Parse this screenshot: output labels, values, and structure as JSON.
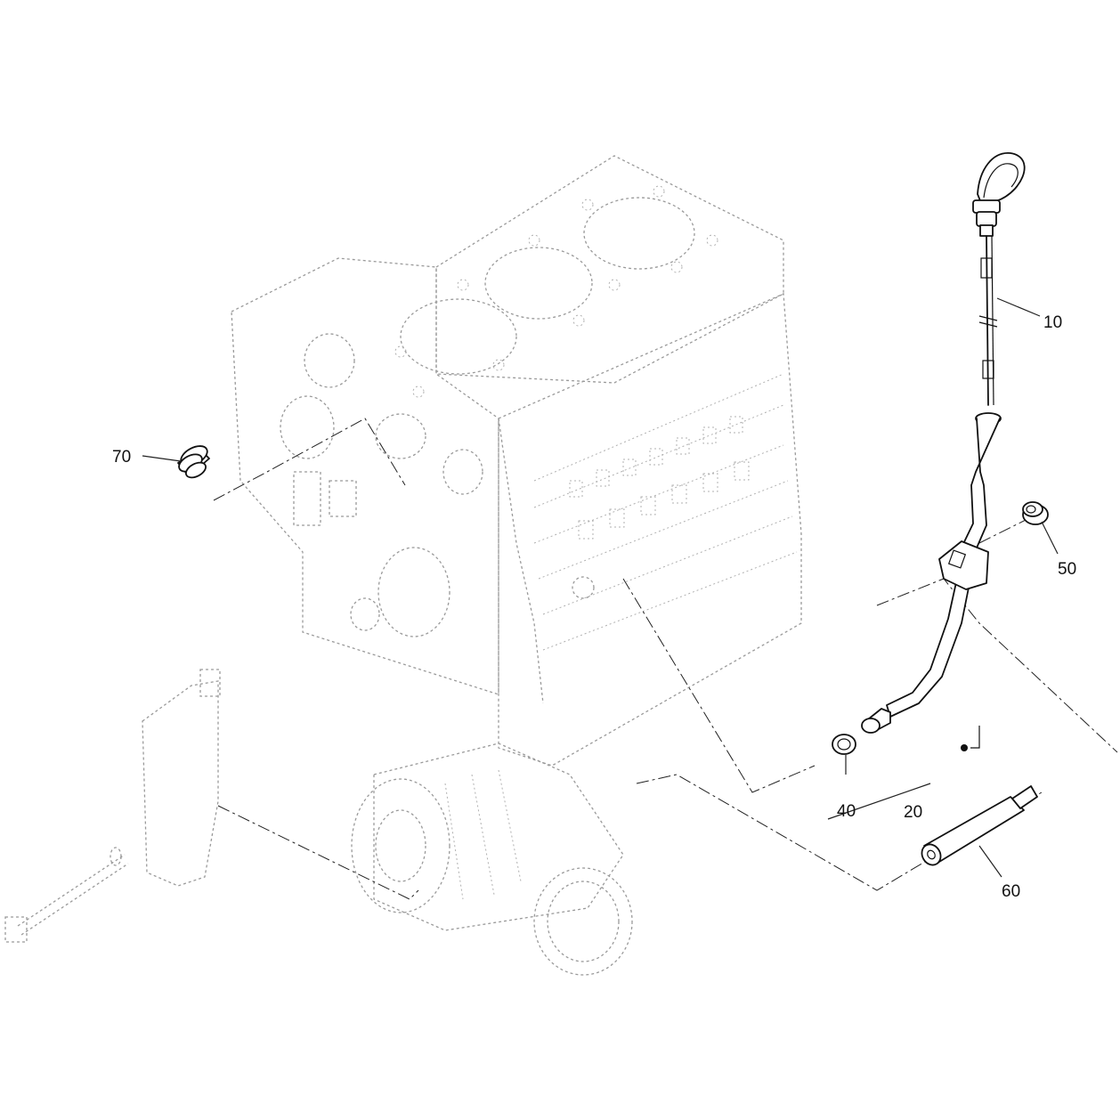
{
  "callouts": {
    "c10": "10",
    "c20": "20",
    "c40": "40",
    "c50": "50",
    "c60": "60",
    "c70": "70"
  },
  "colors": {
    "part_line": "#111111",
    "ghost_line": "#9a9a9a",
    "background": "#ffffff"
  }
}
